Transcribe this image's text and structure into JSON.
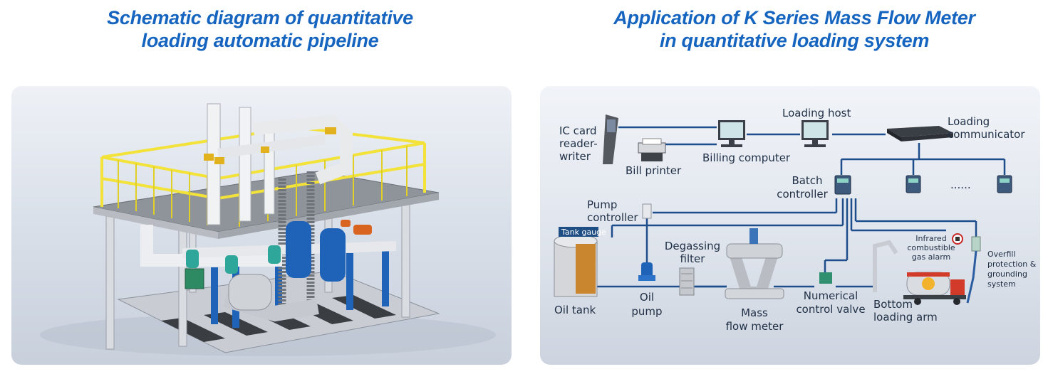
{
  "left": {
    "title_line1": "Schematic diagram of quantitative",
    "title_line2": "loading automatic pipeline"
  },
  "right": {
    "title_line1": "Application of K Series Mass Flow Meter",
    "title_line2": "in quantitative loading system",
    "labels": {
      "ic_card_1": "IC card",
      "ic_card_2": "reader-",
      "ic_card_3": "writer",
      "bill_printer": "Bill printer",
      "billing_computer": "Billing computer",
      "loading_host": "Loading host",
      "loading_comm_1": "Loading",
      "loading_comm_2": "communicator",
      "batch_1": "Batch",
      "batch_2": "controller",
      "ellipsis": "......",
      "pump_ctrl_1": "Pump",
      "pump_ctrl_2": "controller",
      "tank_gauge": "Tank gauge",
      "degassing_1": "Degassing",
      "degassing_2": "filter",
      "infrared_1": "Infrared",
      "infrared_2": "combustible",
      "infrared_3": "gas alarm",
      "overfill_1": "Overfill",
      "overfill_2": "protection &",
      "overfill_3": "grounding",
      "overfill_4": "system",
      "oil_tank": "Oil tank",
      "oil_pump_1": "Oil",
      "oil_pump_2": "pump",
      "mass_1": "Mass",
      "mass_2": "flow meter",
      "ncv_1": "Numerical",
      "ncv_2": "control valve",
      "bottom_1": "Bottom",
      "bottom_2": "loading arm"
    }
  },
  "colors": {
    "title": "#1565c0",
    "line": "#1e4d8c",
    "rail": "#f2e23a",
    "pipe_blue": "#1f63b8"
  }
}
